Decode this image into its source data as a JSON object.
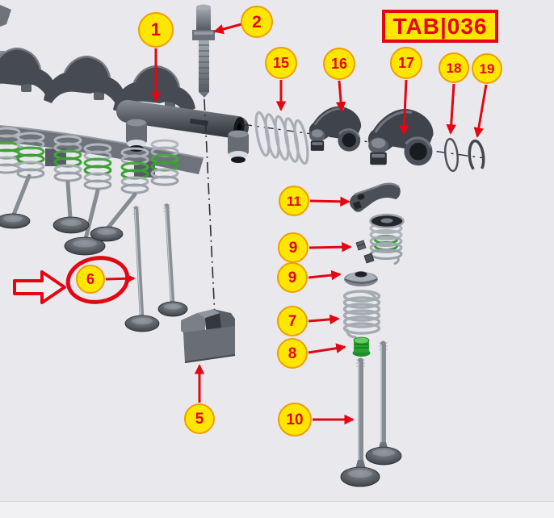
{
  "badge": {
    "text": "TAB|036"
  },
  "callouts": [
    {
      "number": "1"
    },
    {
      "number": "2"
    },
    {
      "number": "15"
    },
    {
      "number": "16"
    },
    {
      "number": "17"
    },
    {
      "number": "18"
    },
    {
      "number": "19"
    },
    {
      "number": "11"
    },
    {
      "number": "9"
    },
    {
      "number": "9"
    },
    {
      "number": "7"
    },
    {
      "number": "8"
    },
    {
      "number": "10"
    },
    {
      "number": "5"
    },
    {
      "number": "6"
    }
  ],
  "highlight": {
    "circled_callout": "6",
    "markers": [
      "red-ellipse",
      "red-block-arrow"
    ]
  },
  "colors": {
    "background": "#e9e9ed",
    "callout_fill": "#ffe600",
    "callout_border": "#f09d00",
    "callout_text": "#e30613",
    "annotation_red": "#e30613",
    "badge_fill": "#ffe600",
    "badge_border": "#e30613",
    "spring_green": "#3fa63c",
    "seal_green": "#2aa130",
    "metal_gray": "#565b64"
  }
}
